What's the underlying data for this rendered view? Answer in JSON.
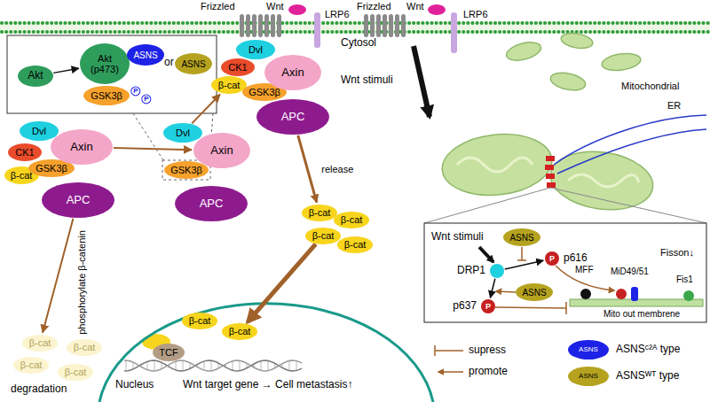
{
  "diagram": {
    "nodes": [
      {
        "text": [
          "Akt"
        ]
      },
      {
        "text": [
          "Akt (p473)"
        ]
      },
      {
        "text": [
          "ASNS"
        ]
      },
      {
        "text": [
          "GSK3β"
        ]
      },
      {
        "text": [
          "ASNS"
        ]
      },
      {
        "text": [
          "Dvl"
        ]
      },
      {
        "text": [
          "CK1"
        ]
      },
      {
        "text": [
          "β-cat"
        ]
      },
      {
        "text": [
          "GSK3β"
        ]
      },
      {
        "text": [
          "Axin"
        ]
      },
      {
        "text": [
          "APC"
        ]
      },
      {
        "text": [
          "Dvl"
        ]
      },
      {
        "text": [
          "GSK3β"
        ]
      },
      {
        "text": [
          "Axin"
        ]
      },
      {
        "text": [
          "APC"
        ]
      },
      {
        "text": [
          "Dvl"
        ]
      },
      {
        "text": [
          "CK1"
        ]
      },
      {
        "text": [
          "β-cat"
        ]
      },
      {
        "text": [
          "GSK3β"
        ]
      },
      {
        "text": [
          "Axin"
        ]
      },
      {
        "text": [
          "APC"
        ]
      },
      {
        "text": [
          "β-cat"
        ]
      },
      {
        "text": [
          "β-cat"
        ]
      },
      {
        "text": [
          "β-cat"
        ]
      },
      {
        "text": [
          "β-cat"
        ]
      },
      {
        "text": [
          "β-cat"
        ]
      },
      {
        "text": [
          "β-cat"
        ]
      },
      {
        "text": [
          "TCF"
        ]
      },
      {
        "text": [
          "β-cat"
        ]
      },
      {
        "text": [
          "β-cat"
        ]
      },
      {
        "text": [
          "β-cat"
        ]
      },
      {
        "text": [
          "β-cat"
        ]
      },
      {
        "text": [
          "DRP1"
        ]
      },
      {
        "text": [
          "ASNS"
        ]
      },
      {
        "text": [
          "p616"
        ]
      },
      {
        "text": [
          "ASNS"
        ]
      },
      {
        "text": [
          "p637"
        ]
      }
    ],
    "edges": [
      {
        "from": 0,
        "to": 1,
        "arrow": "to"
      },
      {
        "from": 9,
        "to": 13,
        "arrow": "to"
      },
      {
        "from": 11,
        "to": 17,
        "arrow": "to"
      },
      {
        "from": 20,
        "to": 21,
        "label": "release",
        "arrow": "to"
      },
      {
        "from": 23,
        "to": 26,
        "arrow": "to"
      },
      {
        "from": 10,
        "to": 28,
        "label": "phosphorylate β-catenin",
        "arrow": "to"
      },
      {
        "from": 32,
        "to": 34,
        "arrow": "to"
      },
      {
        "from": 32,
        "to": 36,
        "arrow": "to"
      }
    ],
    "labels": [
      "Frizzled",
      "Wnt",
      "LRP6",
      "Cytosol",
      "Frizzled",
      "Wnt",
      "LRP6",
      "Wnt stimuli",
      "Mitochondrial",
      "ER",
      "or",
      "P",
      "P",
      "Nucleus",
      "Wnt target gene → Cell metastasis↑",
      "degradation",
      "Wnt stimuli",
      "P",
      "P",
      "MFF",
      "MiD49/51",
      "Fisson↓",
      "Fis1",
      "Mito out membrene",
      "ASNS",
      "ASNS"
    ],
    "legend": [
      {
        "text": "supress"
      },
      {
        "text": "promote"
      },
      {
        "text": "ASNSᶜ²ᴬ type",
        "color": "#1d22e6"
      },
      {
        "text": "ASNSᵂᵀ type",
        "color": "#b5a31f"
      }
    ]
  }
}
